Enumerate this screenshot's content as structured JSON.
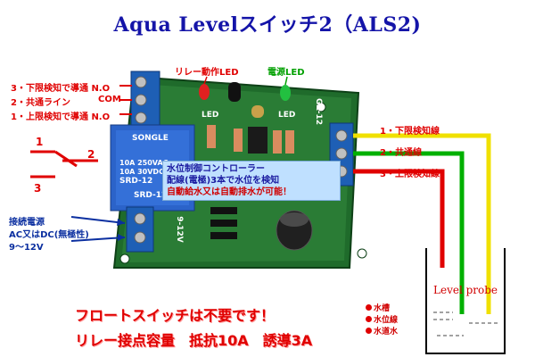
{
  "title": "Aqua Levelスイッチ2（ALS2)",
  "top_left_labels": [
    "3・下限検知で導通 N.O",
    "2・共通ライン",
    "COM",
    "1・上限検知で導通 N.O"
  ],
  "led_labels": {
    "relay": "リレー動作LED",
    "power": "電源LED"
  },
  "right_labels": [
    "1・下限検知線",
    "2・共通線",
    "3・上限検知線"
  ],
  "switch_numbers": [
    "1",
    "2",
    "3"
  ],
  "overlay_lines": [
    "水位制御コントローラー",
    "配線(電極)3本で水位を検知",
    "自動給水又は自動排水が可能！"
  ],
  "power_labels": [
    "接続電源",
    "AC又はDC(無極性)",
    "9～12V"
  ],
  "relay_text": [
    "SONGLE",
    "10A 250VAC",
    "10A 30VDC",
    "SRD-12"
  ],
  "pcb_texts": [
    "LED",
    "LED",
    "9-12V",
    "GZ-12",
    "SRD-12"
  ],
  "tank_label": "Level probe",
  "legend": [
    "水槽",
    "水位線",
    "水道水"
  ],
  "bottom_text": [
    "フロートスイッチは不要です！",
    "リレー接点容量　抵抗10A　誘導3A"
  ],
  "colors": {
    "title": "#1414a8",
    "pcb": "#1e6b2a",
    "terminal": "#1e5fb5",
    "relay": "#2660c8",
    "wire_red": "#e00000",
    "wire_green": "#00b000",
    "wire_yellow": "#f0e000"
  }
}
